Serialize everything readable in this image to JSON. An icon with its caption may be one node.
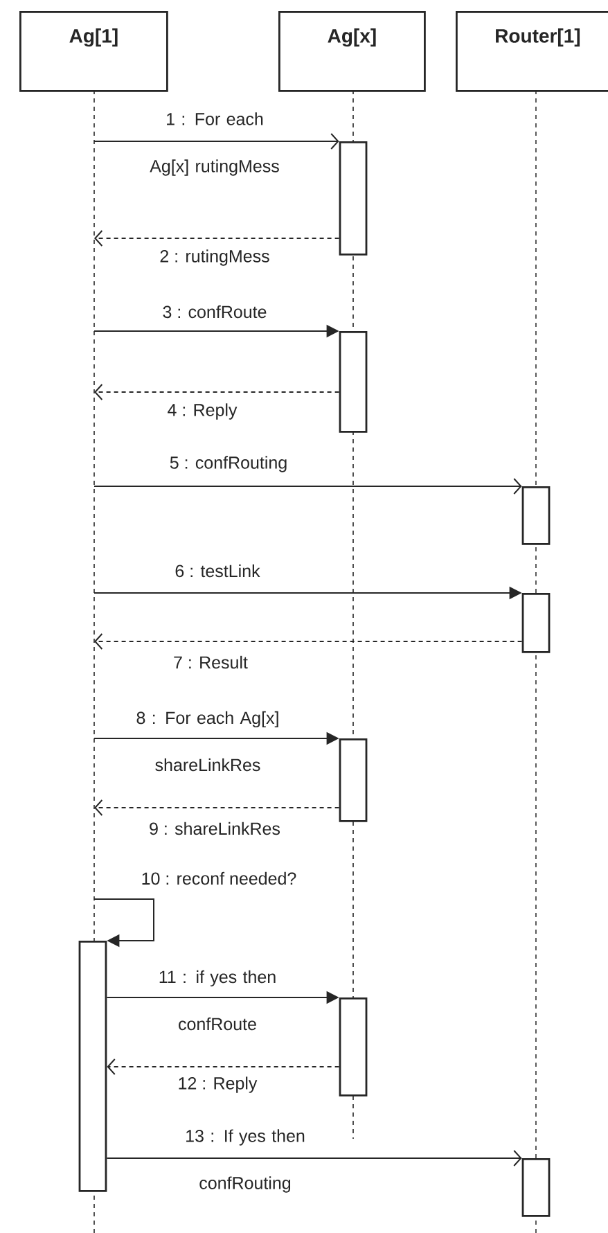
{
  "diagram": {
    "nodes": [
      {
        "text": [
          "Ag[1]"
        ]
      },
      {
        "text": [
          "Ag[x]"
        ]
      },
      {
        "text": [
          "Router[1]"
        ]
      },
      {
        "text": [],
        "shape": "bar"
      },
      {
        "text": [],
        "shape": "bar"
      },
      {
        "text": [],
        "shape": "bar"
      },
      {
        "text": [],
        "shape": "bar"
      },
      {
        "text": [],
        "shape": "bar"
      },
      {
        "text": [],
        "shape": "bar"
      },
      {
        "text": [],
        "shape": "bar"
      },
      {
        "text": [],
        "shape": "bar"
      }
    ],
    "edges": [
      {
        "from": null,
        "to": 3,
        "arrow": "to",
        "label": "1 : For each Ag[x] rutingMess"
      },
      {
        "from": 3,
        "to": null,
        "arrow": "to",
        "label": "2 : rutingMess",
        "style": "dashed"
      },
      {
        "from": null,
        "to": 4,
        "arrow": "to",
        "label": "3 : confRoute"
      },
      {
        "from": 4,
        "to": null,
        "arrow": "to",
        "label": "4 : Reply",
        "style": "dashed"
      },
      {
        "from": null,
        "to": 5,
        "arrow": "to",
        "label": "5 : confRouting"
      },
      {
        "from": null,
        "to": 6,
        "arrow": "to",
        "label": "6 : testLink"
      },
      {
        "from": 6,
        "to": null,
        "arrow": "to",
        "label": "7 : Result",
        "style": "dashed"
      },
      {
        "from": null,
        "to": 7,
        "arrow": "to",
        "label": "8 : For each Ag[x] shareLinkRes"
      },
      {
        "from": 7,
        "to": null,
        "arrow": "to",
        "label": "9 : shareLinkRes",
        "style": "dashed"
      },
      {
        "from": null,
        "to": 8,
        "arrow": "to",
        "label": "10 : reconf needed?"
      },
      {
        "from": 8,
        "to": 9,
        "arrow": "to",
        "label": "11 : if yes then confRoute"
      },
      {
        "from": 9,
        "to": 8,
        "arrow": "to",
        "label": "12 : Reply",
        "style": "dashed"
      },
      {
        "from": 8,
        "to": 10,
        "arrow": "to",
        "label": "13 : If yes then confRouting"
      }
    ]
  }
}
